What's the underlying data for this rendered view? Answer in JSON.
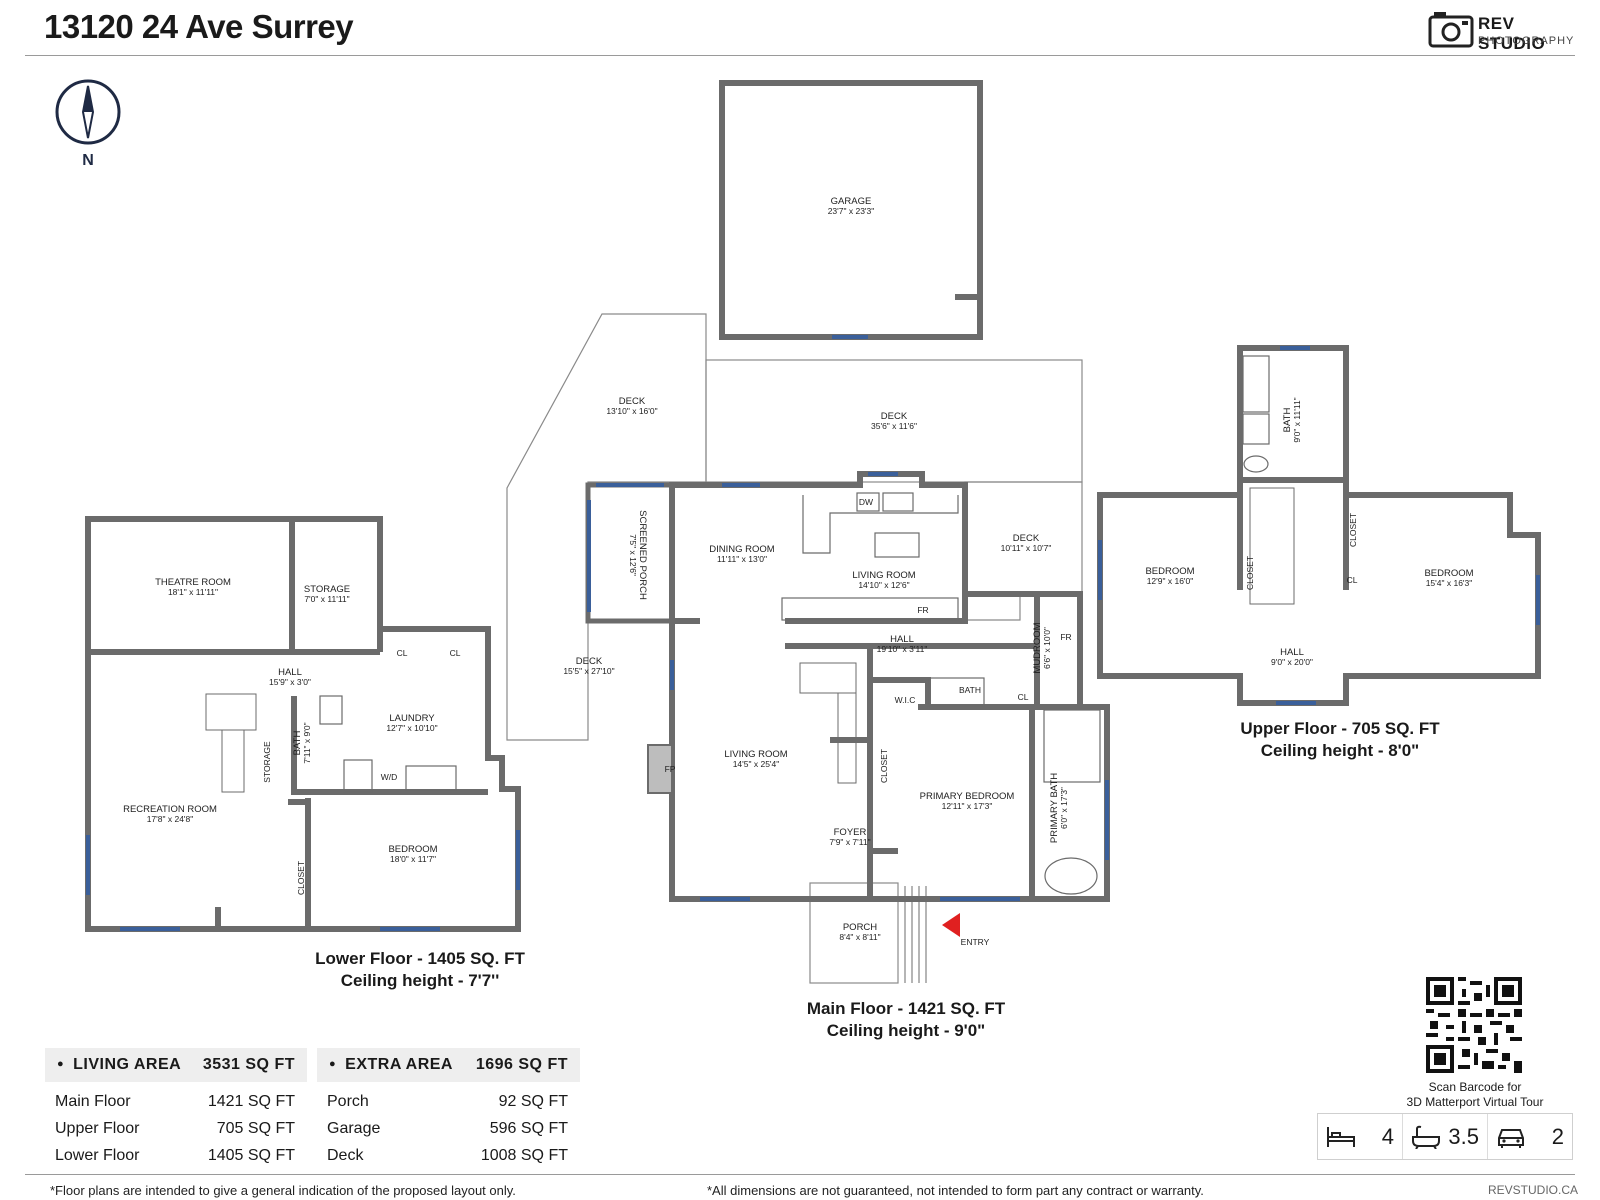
{
  "header": {
    "title": "13120 24 Ave Surrey",
    "brand": "REV STUDIO",
    "brand_sub": "PHOTOGRAPHY"
  },
  "compass": {
    "label": "N"
  },
  "rooms": {
    "garage": {
      "name": "GARAGE",
      "dim": "23'7\" x 23'3\""
    },
    "deck_w": {
      "name": "DECK",
      "dim": "13'10\" x 16'0\""
    },
    "deck_main": {
      "name": "DECK",
      "dim": "35'6\" x 11'6\""
    },
    "deck_side": {
      "name": "DECK",
      "dim": "15'5\" x 27'10\""
    },
    "deck_e": {
      "name": "DECK",
      "dim": "10'11\" x 10'7\""
    },
    "screened_porch": {
      "name": "SCREENED PORCH",
      "dim": "7'5\" x 12'6\""
    },
    "dining_room": {
      "name": "DINING ROOM",
      "dim": "11'11\" x 13'0\""
    },
    "living_room_upper": {
      "name": "LIVING ROOM",
      "dim": "14'10\" x 12'6\""
    },
    "hall_main": {
      "name": "HALL",
      "dim": "19'10\" x 3'11\""
    },
    "mudroom": {
      "name": "MUDROOM",
      "dim": "6'6\" x 10'0\""
    },
    "living_room": {
      "name": "LIVING ROOM",
      "dim": "14'5\" x 25'4\""
    },
    "primary_bedroom": {
      "name": "PRIMARY BEDROOM",
      "dim": "12'11\" x 17'3\""
    },
    "primary_bath": {
      "name": "PRIMARY BATH",
      "dim": "6'0\" x 17'3\""
    },
    "foyer": {
      "name": "FOYER",
      "dim": "7'9\" x 7'11\""
    },
    "porch": {
      "name": "PORCH",
      "dim": "8'4\" x 8'11\""
    },
    "theatre_room": {
      "name": "THEATRE ROOM",
      "dim": "18'1\" x 11'11\""
    },
    "storage_lower": {
      "name": "STORAGE",
      "dim": "7'0\" x 11'11\""
    },
    "hall_lower": {
      "name": "HALL",
      "dim": "15'9\" x 3'0\""
    },
    "laundry": {
      "name": "LAUNDRY",
      "dim": "12'7\" x 10'10\""
    },
    "bath_lower": {
      "name": "BATH",
      "dim": "7'11\" x 9'0\""
    },
    "recreation_room": {
      "name": "RECREATION ROOM",
      "dim": "17'8\" x 24'8\""
    },
    "bedroom_lower": {
      "name": "BEDROOM",
      "dim": "18'0\" x 11'7\""
    },
    "bath_upper": {
      "name": "BATH",
      "dim": "9'0\" x 11'11\""
    },
    "bedroom_upper_w": {
      "name": "BEDROOM",
      "dim": "12'9\" x 16'0\""
    },
    "bedroom_upper_e": {
      "name": "BEDROOM",
      "dim": "15'4\" x 16'3\""
    },
    "hall_upper": {
      "name": "HALL",
      "dim": "9'0\" x 20'0\""
    }
  },
  "fixtures": {
    "dw": "DW",
    "fr": "FR",
    "fr2": "FR",
    "bath": "BATH",
    "cl": "CL",
    "cl_l1": "CL",
    "cl_l2": "CL",
    "cl_up": "CL",
    "wic": "W.I.C",
    "closet_main": "CLOSET",
    "closet_lower": "CLOSET",
    "storage_small": "STORAGE",
    "wd": "W/D",
    "fp": "FP",
    "closet_up_w": "CLOSET",
    "closet_up_e": "CLOSET",
    "entry": "ENTRY"
  },
  "floors": {
    "lower": {
      "line1": "Lower Floor - 1405 SQ. FT",
      "line2": "Ceiling height - 7'7''"
    },
    "main": {
      "line1": "Main Floor - 1421 SQ. FT",
      "line2": "Ceiling height - 9'0\""
    },
    "upper": {
      "line1": "Upper Floor - 705 SQ. FT",
      "line2": "Ceiling height - 8'0\""
    }
  },
  "living_area": {
    "label": "LIVING AREA",
    "total": "3531 SQ FT",
    "rows": [
      {
        "name": "Main Floor",
        "value": "1421 SQ FT"
      },
      {
        "name": "Upper Floor",
        "value": "705 SQ FT"
      },
      {
        "name": "Lower Floor",
        "value": "1405 SQ FT"
      }
    ]
  },
  "extra_area": {
    "label": "EXTRA AREA",
    "total": "1696 SQ FT",
    "rows": [
      {
        "name": "Porch",
        "value": "92 SQ FT"
      },
      {
        "name": "Garage",
        "value": "596 SQ FT"
      },
      {
        "name": "Deck",
        "value": "1008 SQ FT"
      }
    ]
  },
  "qr": {
    "caption1": "Scan Barcode for",
    "caption2": "3D Matterport Virtual Tour"
  },
  "stats": {
    "beds": "4",
    "baths": "3.5",
    "garage": "2"
  },
  "footer": {
    "left": "*Floor plans are intended to give a general indication of the proposed layout only.",
    "right": "*All dimensions are not guaranteed, not intended to form part any contract or warranty.",
    "site": "REVSTUDIO.CA"
  },
  "colors": {
    "wall": "#6b6b6b",
    "window": "#3a5f9a",
    "entry": "#e02020",
    "table_bg": "#eeeeee"
  }
}
